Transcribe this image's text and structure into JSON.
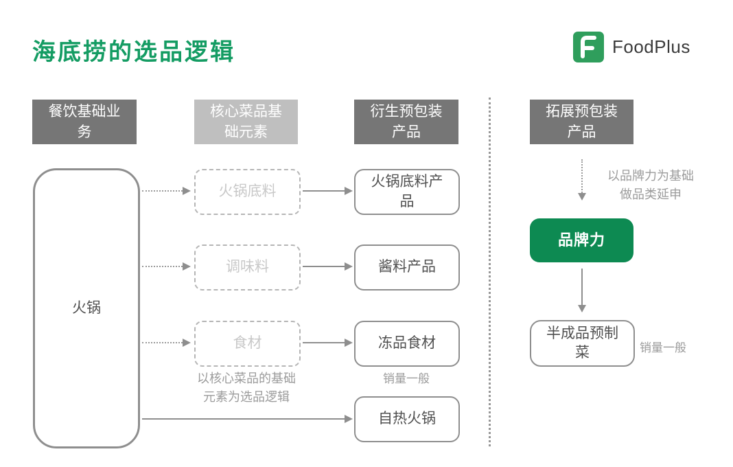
{
  "page": {
    "title": "海底捞的选品逻辑"
  },
  "brand": {
    "name": "FoodPlus"
  },
  "colors": {
    "title_green": "#149c63",
    "logo_green": "#2f9e5c",
    "node_green": "#0d8a52",
    "header_dark": "#767676",
    "header_light": "#bfbfbf"
  },
  "columns": [
    {
      "label": "餐饮基础业\n务",
      "variant": "dark"
    },
    {
      "label": "核心菜品基\n础元素",
      "variant": "light"
    },
    {
      "label": "衍生预包装\n产品",
      "variant": "dark"
    },
    {
      "label": "拓展预包装\n产品",
      "variant": "dark"
    }
  ],
  "left_flow": {
    "base_node": "火锅",
    "element_nodes": [
      "火锅底料",
      "调味料",
      "食材"
    ],
    "product_nodes": [
      "火锅底料产\n品",
      "酱料产品",
      "冻品食材",
      "自热火锅"
    ],
    "frozen_food_note": "销量一般",
    "elements_caption": "以核心菜品的基础\n元素为选品逻辑"
  },
  "right_flow": {
    "annotation": "以品牌力为基础\n做品类延申",
    "brand_power_node": "品牌力",
    "premade_node": "半成品预制\n菜",
    "premade_note": "销量一般"
  }
}
